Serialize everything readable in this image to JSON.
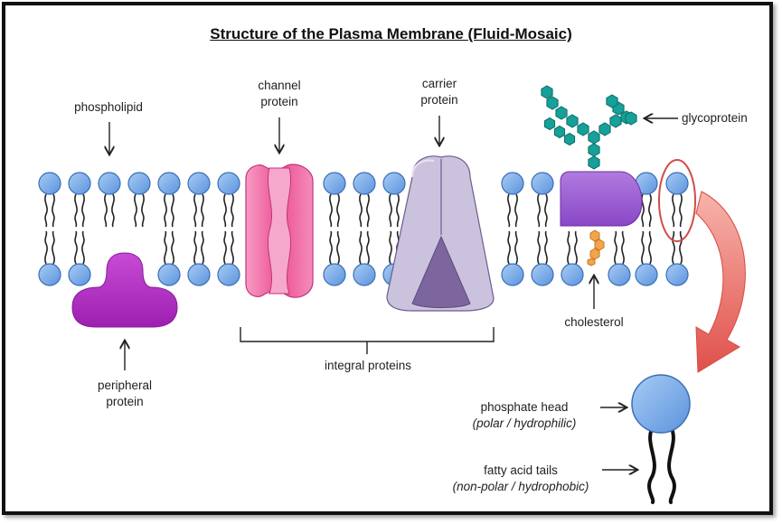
{
  "title": "Structure of the Plasma Membrane (Fluid-Mosaic)",
  "labels": {
    "phospholipid": "phospholipid",
    "channel_protein": [
      "channel",
      "protein"
    ],
    "carrier_protein": [
      "carrier",
      "protein"
    ],
    "glycoprotein": "glycoprotein",
    "cholesterol": "cholesterol",
    "integral_proteins": "integral proteins",
    "peripheral_protein": [
      "peripheral",
      "protein"
    ],
    "phosphate_head": "phosphate head",
    "phosphate_head_note": "(polar / hydrophilic)",
    "fatty_acid_tails": "fatty acid tails",
    "fatty_acid_tails_note": "(non-polar / hydrophobic)"
  },
  "colors": {
    "head": "#6fa8e8",
    "head_stroke": "#3a6fb5",
    "channel": "#ee5f9e",
    "carrier": "#c8bfdc",
    "carrier_dark": "#7e679e",
    "glyco_body": "#9a5ad0",
    "glyco_sugar": "#1aa39a",
    "peripheral": "#b02ec0",
    "cholesterol": "#f2a54a",
    "callout": "#e0504a"
  }
}
